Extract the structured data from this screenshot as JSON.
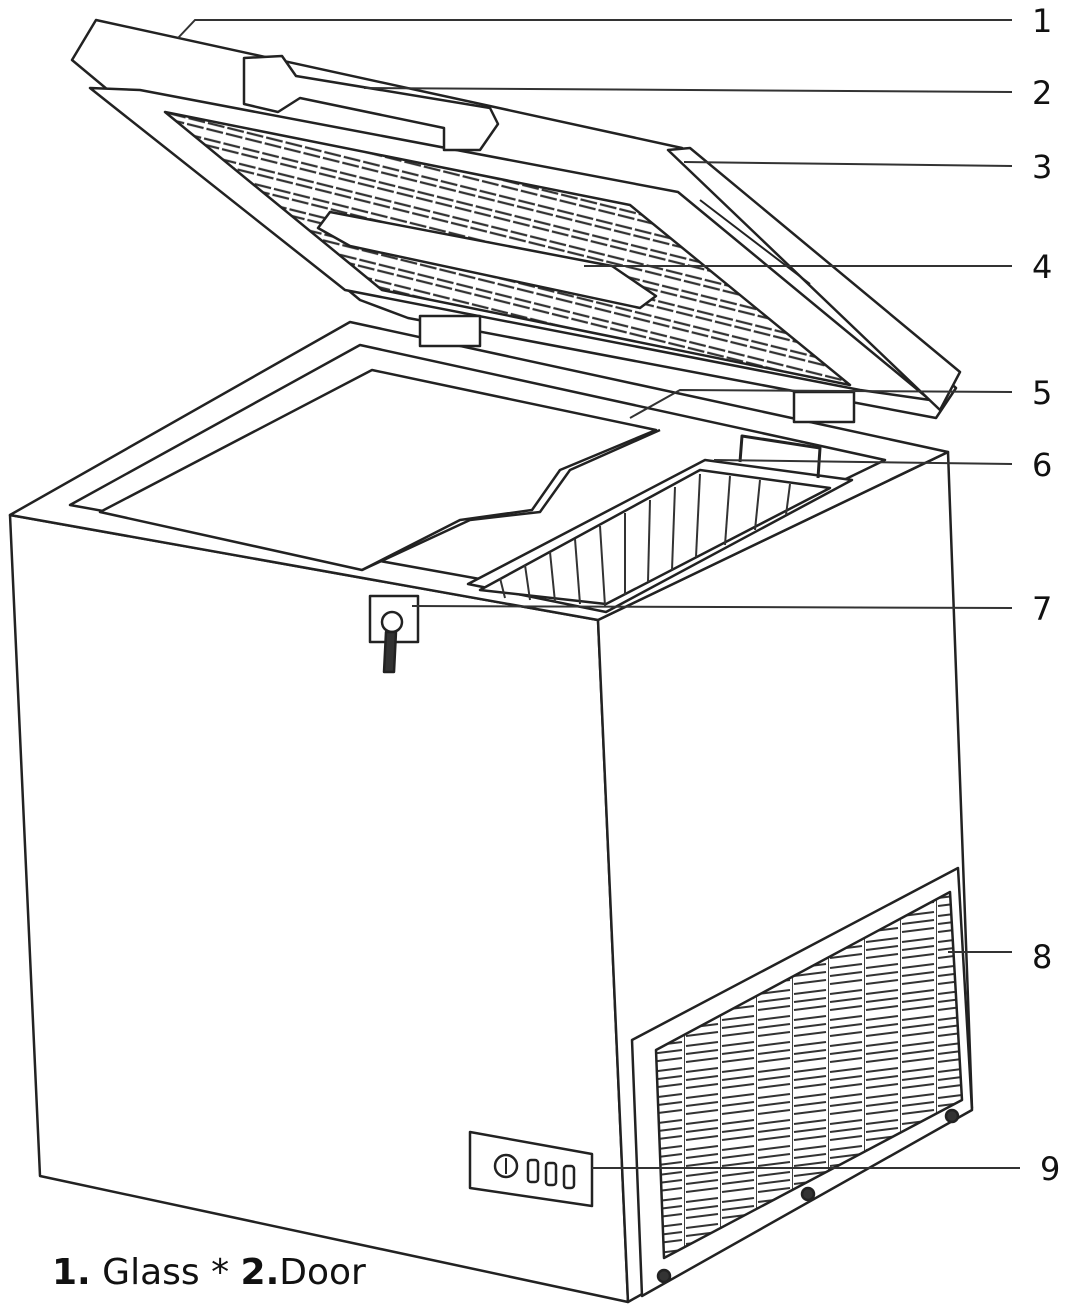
{
  "callouts": [
    {
      "number": "1"
    },
    {
      "number": "2"
    },
    {
      "number": "3"
    },
    {
      "number": "4"
    },
    {
      "number": "5"
    },
    {
      "number": "6"
    },
    {
      "number": "7"
    },
    {
      "number": "8"
    },
    {
      "number": "9"
    }
  ],
  "caption": {
    "item1_number": "1.",
    "item1_text": " Glass * ",
    "item2_number": "2.",
    "item2_text": "Door"
  },
  "colors": {
    "line": "#222222",
    "fill": "#ffffff",
    "leader": "#333333"
  }
}
